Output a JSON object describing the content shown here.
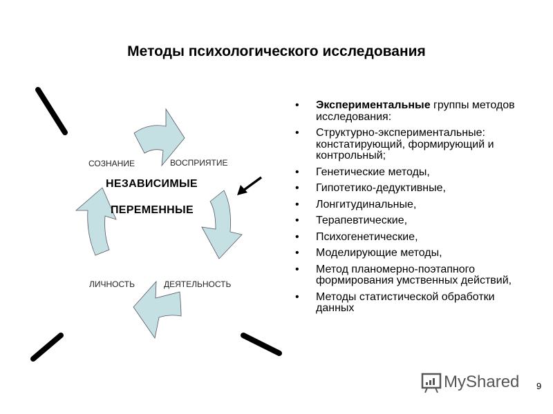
{
  "title": "Методы психологического исследования",
  "diagram": {
    "labels": {
      "top_left": "СОЗНАНИЕ",
      "top_right": "ВОСПРИЯТИЕ",
      "bottom_left": "ЛИЧНОСТЬ",
      "bottom_right": "ДЕЯТЕЛЬНОСТЬ"
    },
    "center_line1": "НЕЗАВИСИМЫЕ",
    "center_line2": "ПЕРЕМЕННЫЕ",
    "arrow_fill": "#c5e0e2"
  },
  "bullets": [
    {
      "bold": "Экспериментальные",
      "text": " группы методов исследования:"
    },
    {
      "bold": "",
      "text": "Структурно-экспериментальные: констатирующий, формирующий и контрольный;"
    },
    {
      "bold": "",
      "text": "Генетические методы,"
    },
    {
      "bold": "",
      "text": "Гипотетико-дедуктивные,"
    },
    {
      "bold": "",
      "text": "Лонгитудинальные,"
    },
    {
      "bold": "",
      "text": "Терапевтические,"
    },
    {
      "bold": "",
      "text": "Психогенетические,"
    },
    {
      "bold": "",
      "text": "Моделирующие методы,"
    },
    {
      "bold": "",
      "text": "Метод планомерно-поэтапного формирования умственных действий,"
    },
    {
      "bold": "",
      "text": "Методы статистической обработки данных"
    }
  ],
  "watermark": "MyShared",
  "page_number": "9"
}
